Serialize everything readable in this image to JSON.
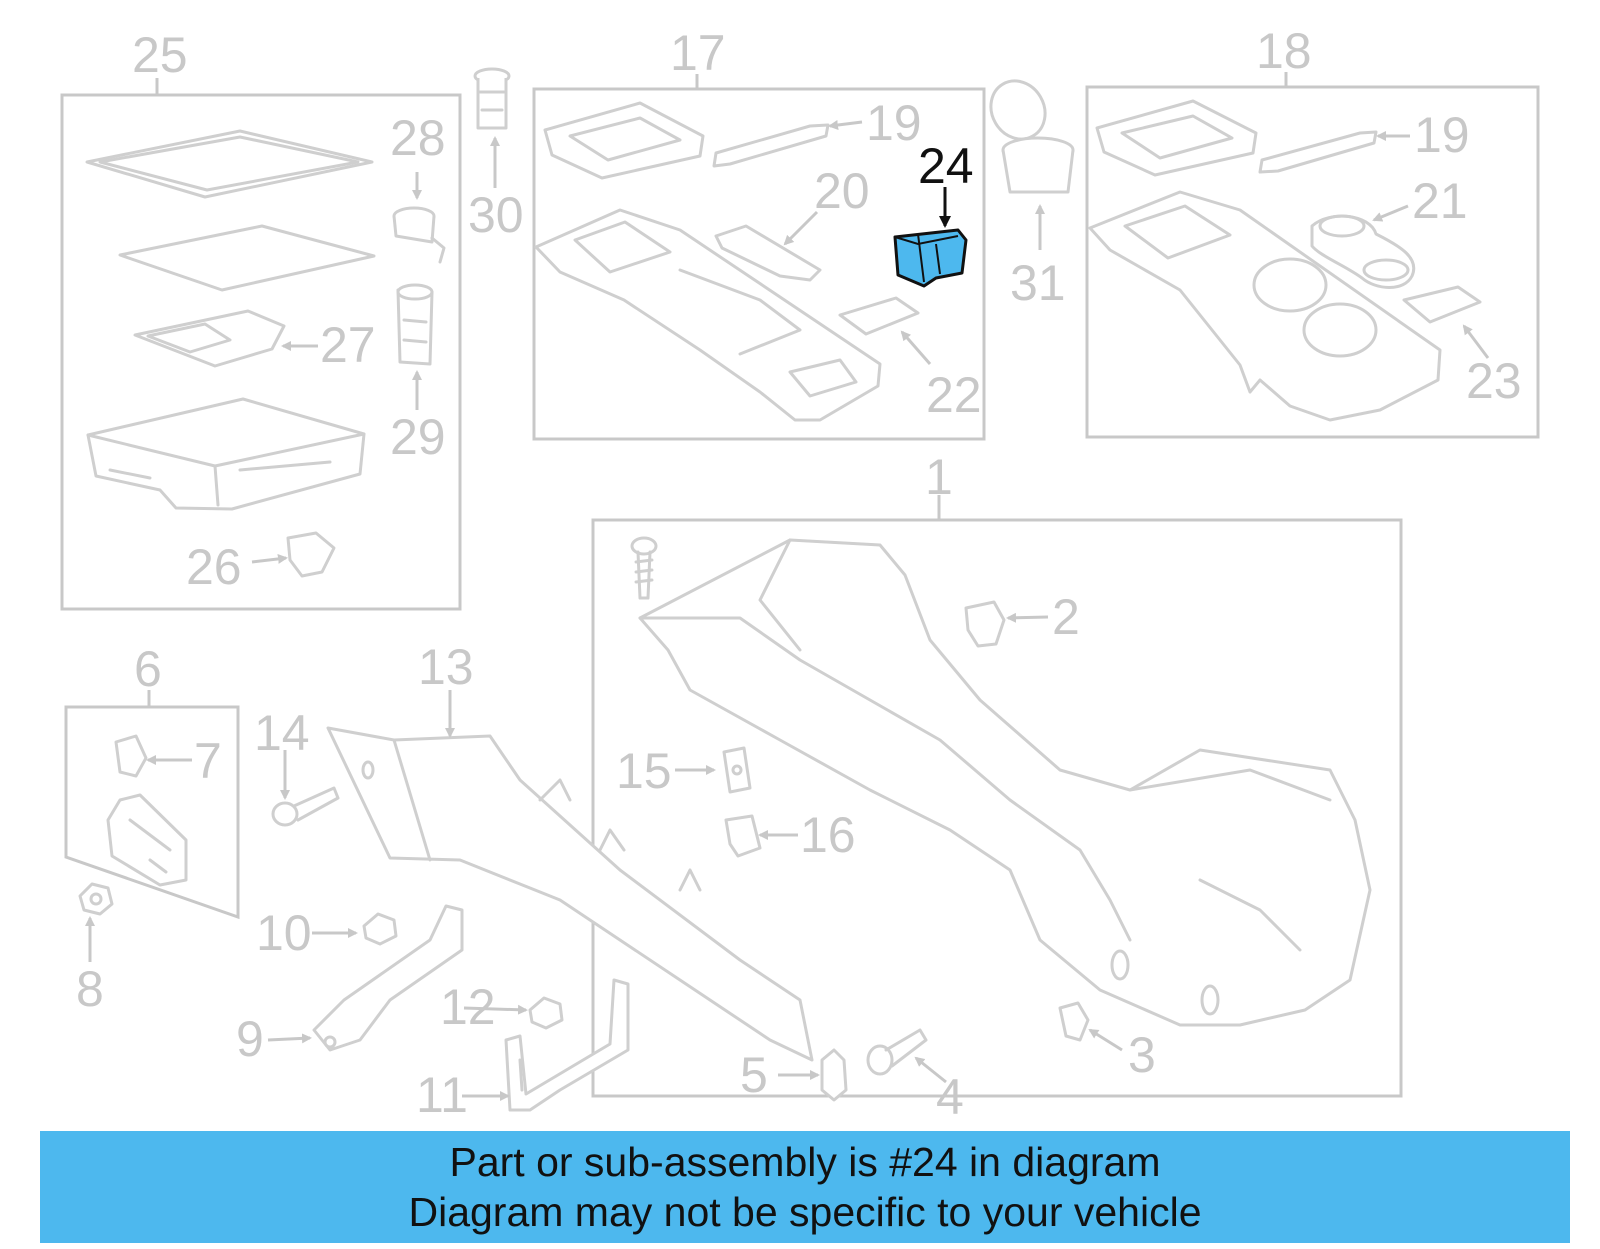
{
  "highlighted_part": "24",
  "colors": {
    "highlight": "#4db8ee",
    "banner": "#4db8ee",
    "line": "#c8c8c8",
    "label_highlight": "#111111"
  },
  "labels": {
    "p1": "1",
    "p2": "2",
    "p3": "3",
    "p4": "4",
    "p5": "5",
    "p6": "6",
    "p7": "7",
    "p8": "8",
    "p9": "9",
    "p10": "10",
    "p11": "11",
    "p12": "12",
    "p13": "13",
    "p14": "14",
    "p15": "15",
    "p16": "16",
    "p17": "17",
    "p18": "18",
    "p19a": "19",
    "p19b": "19",
    "p20": "20",
    "p21": "21",
    "p22": "22",
    "p23": "23",
    "p24": "24",
    "p25": "25",
    "p26": "26",
    "p27": "27",
    "p28": "28",
    "p29": "29",
    "p30": "30",
    "p31": "31"
  },
  "banner": {
    "line1": "Part or sub-assembly is #24 in diagram",
    "line2": "Diagram may not be specific to your vehicle"
  }
}
